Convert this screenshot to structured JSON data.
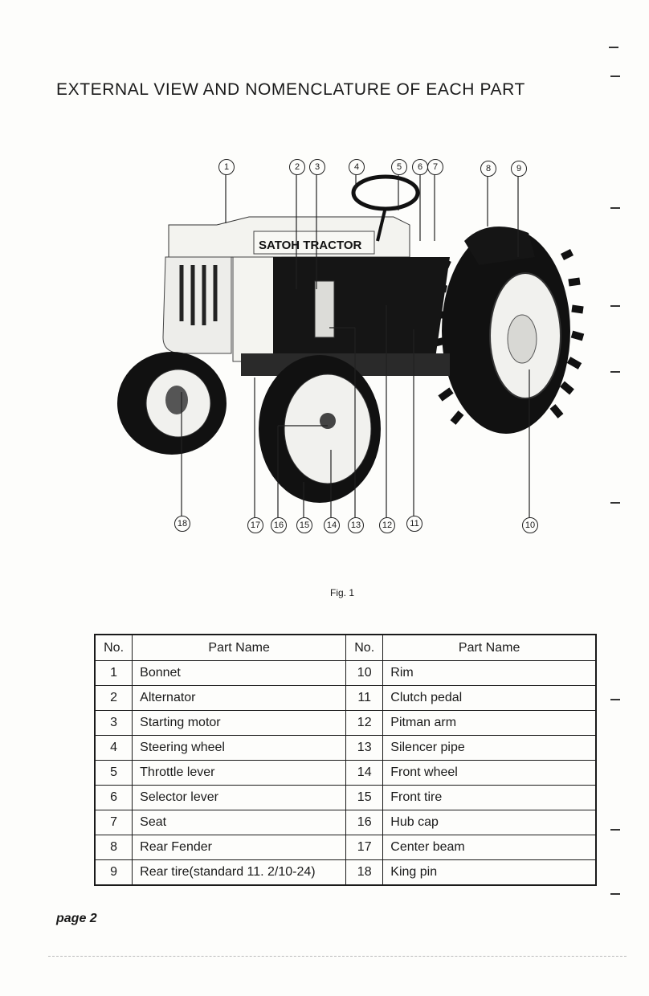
{
  "page": {
    "title": "EXTERNAL VIEW AND NOMENCLATURE OF EACH PART",
    "figure_caption": "Fig. 1",
    "page_label": "page 2"
  },
  "figure": {
    "brand_text": "SATOH TRACTOR",
    "callouts": [
      "1",
      "2",
      "3",
      "4",
      "5",
      "6",
      "7",
      "8",
      "9",
      "10",
      "11",
      "12",
      "13",
      "14",
      "15",
      "16",
      "17",
      "18"
    ]
  },
  "table": {
    "headers": [
      "No.",
      "Part Name",
      "No.",
      "Part Name"
    ],
    "rows": [
      [
        "1",
        "Bonnet",
        "10",
        "Rim"
      ],
      [
        "2",
        "Alternator",
        "11",
        "Clutch pedal"
      ],
      [
        "3",
        "Starting motor",
        "12",
        "Pitman arm"
      ],
      [
        "4",
        "Steering wheel",
        "13",
        "Silencer pipe"
      ],
      [
        "5",
        "Throttle lever",
        "14",
        "Front wheel"
      ],
      [
        "6",
        "Selector lever",
        "15",
        "Front tire"
      ],
      [
        "7",
        "Seat",
        "16",
        "Hub cap"
      ],
      [
        "8",
        "Rear Fender",
        "17",
        "Center beam"
      ],
      [
        "9",
        "Rear tire(standard 11. 2/10-24)",
        "18",
        "King pin"
      ]
    ]
  }
}
